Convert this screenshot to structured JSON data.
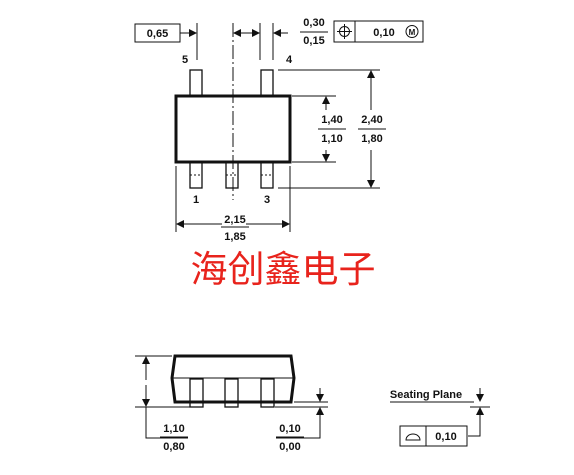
{
  "top_view": {
    "pitch": "0,65",
    "lead_width_max": "0,30",
    "lead_width_min": "0,15",
    "position_tolerance": "0,10",
    "mmc_symbol": "M",
    "pins": {
      "p1": "1",
      "p3": "3",
      "p4": "4",
      "p5": "5"
    },
    "body_width_max": "1,40",
    "body_width_min": "1,10",
    "overall_width_max": "2,40",
    "overall_width_min": "1,80",
    "body_length_max": "2,15",
    "body_length_min": "1,85"
  },
  "watermark": "海创鑫电子",
  "side_view": {
    "height_max": "1,10",
    "height_min": "0,80",
    "standoff_max": "0,10",
    "standoff_min": "0,00",
    "seating_plane_label": "Seating Plane",
    "flatness_tolerance": "0,10"
  },
  "colors": {
    "line": "#111111",
    "watermark": "#e8231c"
  }
}
